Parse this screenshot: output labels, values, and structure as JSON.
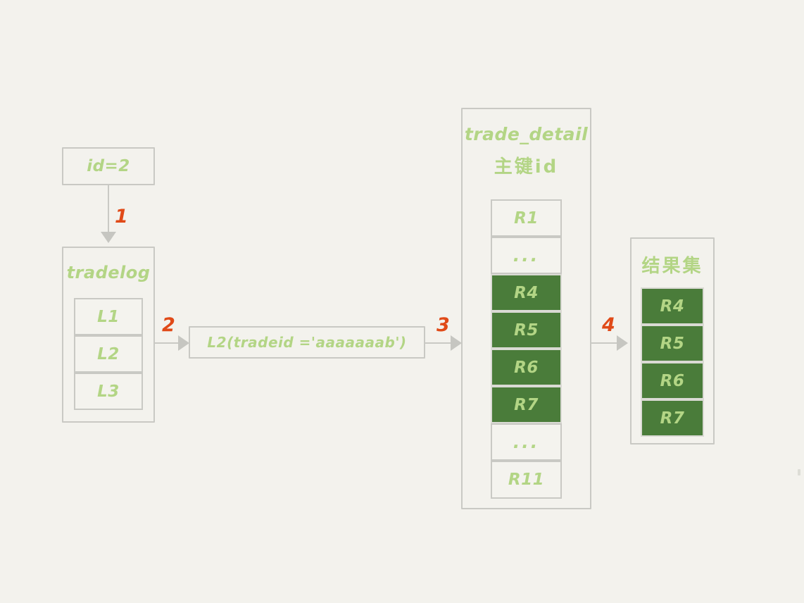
{
  "diagram": {
    "title": "MySQL index lookup flow diagram",
    "background_color": "#f3f2ed",
    "accent_green": "#b3d585",
    "fill_green": "#4a7c3a",
    "accent_orange": "#e04a18",
    "stroke_gray": "#c9c9c4"
  },
  "id_box": {
    "label": "id=2"
  },
  "tradelog": {
    "title": "tradelog",
    "rows": [
      {
        "label": "L1",
        "highlighted": false
      },
      {
        "label": "L2",
        "highlighted": false
      },
      {
        "label": "L3",
        "highlighted": false
      }
    ]
  },
  "condition_box": {
    "label": "L2(tradeid ='aaaaaaab')"
  },
  "trade_detail": {
    "title_line1": "trade_detail",
    "title_line2": "主键id",
    "rows": [
      {
        "label": "R1",
        "highlighted": false
      },
      {
        "label": "...",
        "highlighted": false
      },
      {
        "label": "R4",
        "highlighted": true
      },
      {
        "label": "R5",
        "highlighted": true
      },
      {
        "label": "R6",
        "highlighted": true
      },
      {
        "label": "R7",
        "highlighted": true
      },
      {
        "label": "...",
        "highlighted": false
      },
      {
        "label": "R11",
        "highlighted": false
      }
    ]
  },
  "result_set": {
    "title": "结果集",
    "rows": [
      {
        "label": "R4",
        "highlighted": true
      },
      {
        "label": "R5",
        "highlighted": true
      },
      {
        "label": "R6",
        "highlighted": true
      },
      {
        "label": "R7",
        "highlighted": true
      }
    ]
  },
  "steps": [
    {
      "number": "1"
    },
    {
      "number": "2"
    },
    {
      "number": "3"
    },
    {
      "number": "4"
    }
  ]
}
